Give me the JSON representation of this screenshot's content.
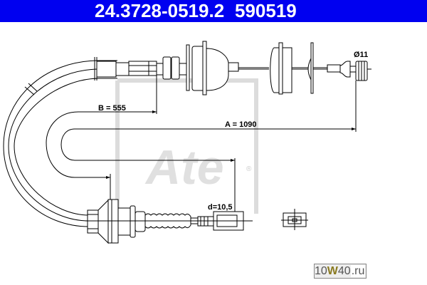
{
  "header": {
    "part_number": "24.3728-0519.2",
    "ref_number": "590519"
  },
  "dimensions": {
    "a": "A = 1090",
    "b": "B = 555",
    "diameter": "Ø11",
    "d": "d=10,5"
  },
  "watermark": {
    "logo": "Ate",
    "registered": "®"
  },
  "badge": {
    "prefix": "10",
    "mid": "W",
    "num": "40",
    "suffix": ".ru"
  },
  "colors": {
    "header_bg": "#0000f0",
    "watermark": "#dcdcdc"
  }
}
